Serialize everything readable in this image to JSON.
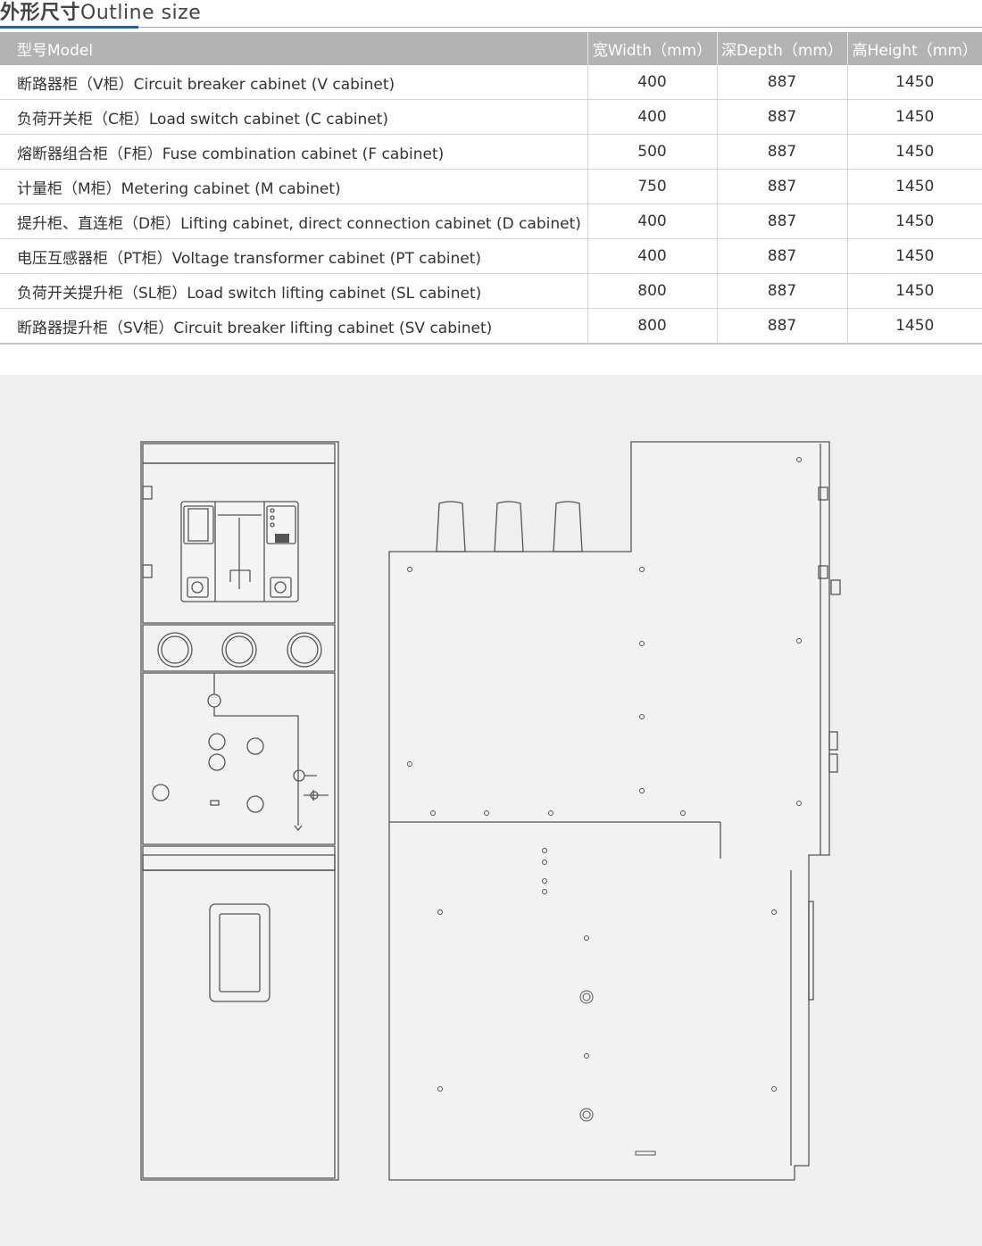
{
  "section_title": {
    "zh": "外形尺寸",
    "en": "Outline size"
  },
  "table": {
    "headers": [
      "型号Model",
      "宽Width（mm）",
      "深Depth（mm）",
      "高Height（mm）"
    ],
    "rows": [
      {
        "model": "断路器柜（V柜）Circuit breaker cabinet (V cabinet)",
        "width": "400",
        "depth": "887",
        "height": "1450"
      },
      {
        "model": "负荷开关柜（C柜）Load  switch cabinet (C cabinet)",
        "width": "400",
        "depth": "887",
        "height": "1450"
      },
      {
        "model": "熔断器组合柜（F柜）Fuse combination cabinet (F cabinet)",
        "width": "500",
        "depth": "887",
        "height": "1450"
      },
      {
        "model": "计量柜（M柜）Metering cabinet (M cabinet)",
        "width": "750",
        "depth": "887",
        "height": "1450"
      },
      {
        "model": "提升柜、直连柜（D柜）Lifting cabinet, direct connection cabinet (D cabinet)",
        "width": "400",
        "depth": "887",
        "height": "1450"
      },
      {
        "model": "电压互感器柜（PT柜）Voltage transformer cabinet (PT cabinet)",
        "width": "400",
        "depth": "887",
        "height": "1450"
      },
      {
        "model": "负荷开关提升柜（SL柜）Load switch lifting cabinet (SL cabinet)",
        "width": "800",
        "depth": "887",
        "height": "1450"
      },
      {
        "model": "断路器提升柜（SV柜）Circuit breaker lifting cabinet (SV cabinet)",
        "width": "800",
        "depth": "887",
        "height": "1450"
      }
    ]
  },
  "colors": {
    "accent": "#1a62b3",
    "header_bg": "#b3b3b3",
    "drawing_bg": "#efefef",
    "line": "#555555"
  }
}
